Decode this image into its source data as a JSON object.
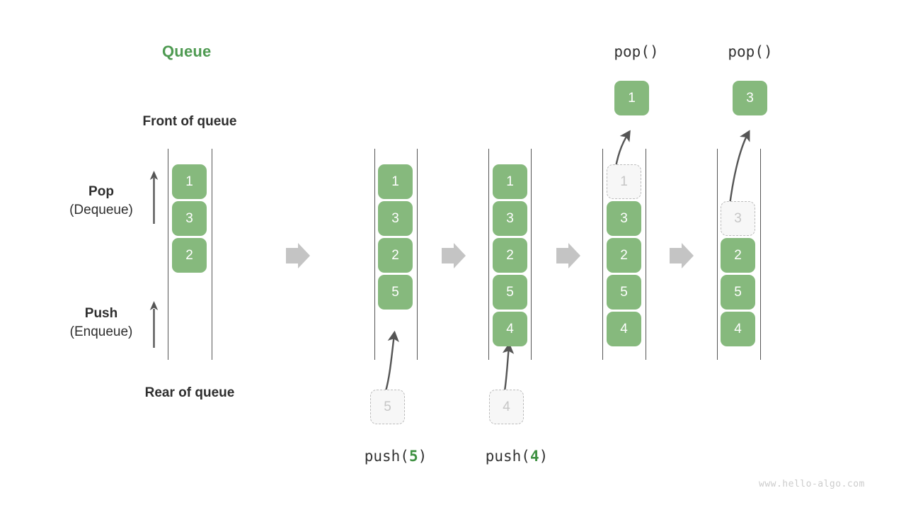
{
  "diagram": {
    "title": "Queue",
    "title_color": "#4e9a51",
    "cell_color": "#86b97d",
    "ghost_fill": "#f7f7f7",
    "ghost_border": "#bdbdbd",
    "rail_color": "#555555",
    "arrow_color": "#555555",
    "flow_arrow_color": "#c4c4c4",
    "watermark": "www.hello-algo.com"
  },
  "legend": {
    "front_of_queue": "Front of queue",
    "rear_of_queue": "Rear of queue",
    "pop_title": "Pop",
    "pop_subtitle": "(Dequeue)",
    "push_title": "Push",
    "push_subtitle": "(Enqueue)"
  },
  "stages": [
    {
      "id": "initial",
      "op_label": "",
      "cells": [
        "1",
        "3",
        "2"
      ],
      "ghost_index": -1,
      "incoming": null,
      "popped": null
    },
    {
      "id": "push-5",
      "op_label": "push(5)",
      "op_prefix": "push(",
      "op_value": "5",
      "op_suffix": ")",
      "cells": [
        "1",
        "3",
        "2",
        "5"
      ],
      "ghost_index": -1,
      "incoming": "5",
      "popped": null
    },
    {
      "id": "push-4",
      "op_label": "push(4)",
      "op_prefix": "push(",
      "op_value": "4",
      "op_suffix": ")",
      "cells": [
        "1",
        "3",
        "2",
        "5",
        "4"
      ],
      "ghost_index": -1,
      "incoming": "4",
      "popped": null
    },
    {
      "id": "pop-1",
      "op_label": "pop()",
      "cells": [
        "1",
        "3",
        "2",
        "5",
        "4"
      ],
      "ghost_index": 0,
      "incoming": null,
      "popped": "1"
    },
    {
      "id": "pop-3",
      "op_label": "pop()",
      "cells": [
        "3",
        "2",
        "5",
        "4"
      ],
      "ghost_index": 0,
      "incoming": null,
      "popped": "3"
    }
  ]
}
